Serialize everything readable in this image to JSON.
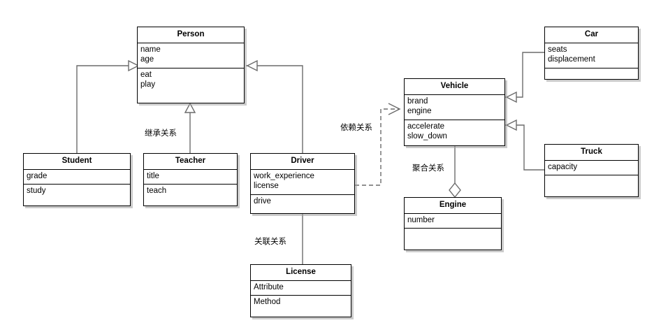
{
  "diagram": {
    "kind": "uml-class-diagram",
    "background": "#ffffff",
    "line_color": "#6b6b6b",
    "border_color": "#000000",
    "classes": [
      {
        "id": "person",
        "name": "Person",
        "attributes": [
          "name",
          "age"
        ],
        "operations": [
          "eat",
          "play"
        ]
      },
      {
        "id": "student",
        "name": "Student",
        "attributes": [
          "grade"
        ],
        "operations": [
          "study"
        ]
      },
      {
        "id": "teacher",
        "name": "Teacher",
        "attributes": [
          "title"
        ],
        "operations": [
          "teach"
        ]
      },
      {
        "id": "driver",
        "name": "Driver",
        "attributes": [
          "work_experience",
          "license"
        ],
        "operations": [
          "drive"
        ]
      },
      {
        "id": "license",
        "name": "License",
        "attributes": [
          "Attribute"
        ],
        "operations": [
          "Method"
        ]
      },
      {
        "id": "vehicle",
        "name": "Vehicle",
        "attributes": [
          "brand",
          "engine"
        ],
        "operations": [
          "accelerate",
          "slow_down"
        ]
      },
      {
        "id": "car",
        "name": "Car",
        "attributes": [
          "seats",
          "displacement"
        ],
        "operations": []
      },
      {
        "id": "truck",
        "name": "Truck",
        "attributes": [
          "capacity"
        ],
        "operations": []
      },
      {
        "id": "engine",
        "name": "Engine",
        "attributes": [
          "number"
        ],
        "operations": []
      }
    ],
    "relationship_labels": {
      "inheritance": "继承关系",
      "dependency": "依赖关系",
      "aggregation": "聚合关系",
      "association": "关联关系"
    }
  }
}
